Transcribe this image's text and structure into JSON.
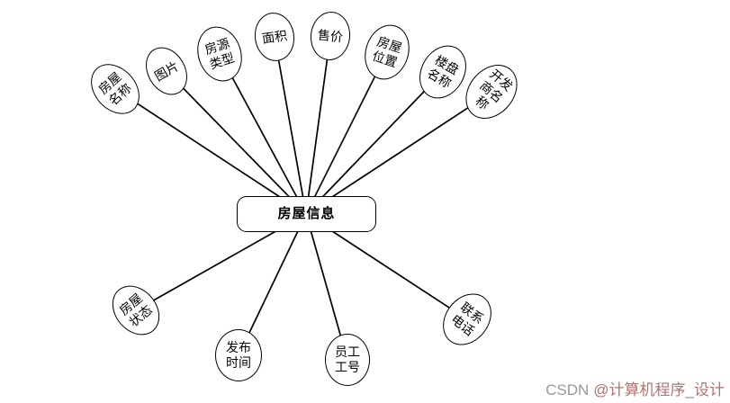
{
  "diagram": {
    "center": {
      "label": "房屋信息"
    },
    "attributes": [
      {
        "id": "house-name",
        "label": "房屋名称"
      },
      {
        "id": "picture",
        "label": "图片"
      },
      {
        "id": "listing-type",
        "label": "房源类型"
      },
      {
        "id": "area",
        "label": "面积"
      },
      {
        "id": "sale-price",
        "label": "售价"
      },
      {
        "id": "house-location",
        "label": "房屋位置"
      },
      {
        "id": "building-name",
        "label": "楼盘名称"
      },
      {
        "id": "developer-name",
        "label": "开发商名称"
      },
      {
        "id": "house-status",
        "label": "房屋状态"
      },
      {
        "id": "publish-time",
        "label": "发布时间"
      },
      {
        "id": "employee-id",
        "label": "员工工号"
      },
      {
        "id": "contact-phone",
        "label": "联系电话"
      }
    ],
    "colors": {
      "node_stroke": "#000000",
      "node_fill": "#ffffff",
      "edge": "#000000"
    }
  },
  "watermark": {
    "prefix": "CSDN",
    "handle": "@计算机程序_设计",
    "prefix_color": "#999999",
    "handle_color": "#b0736d"
  }
}
